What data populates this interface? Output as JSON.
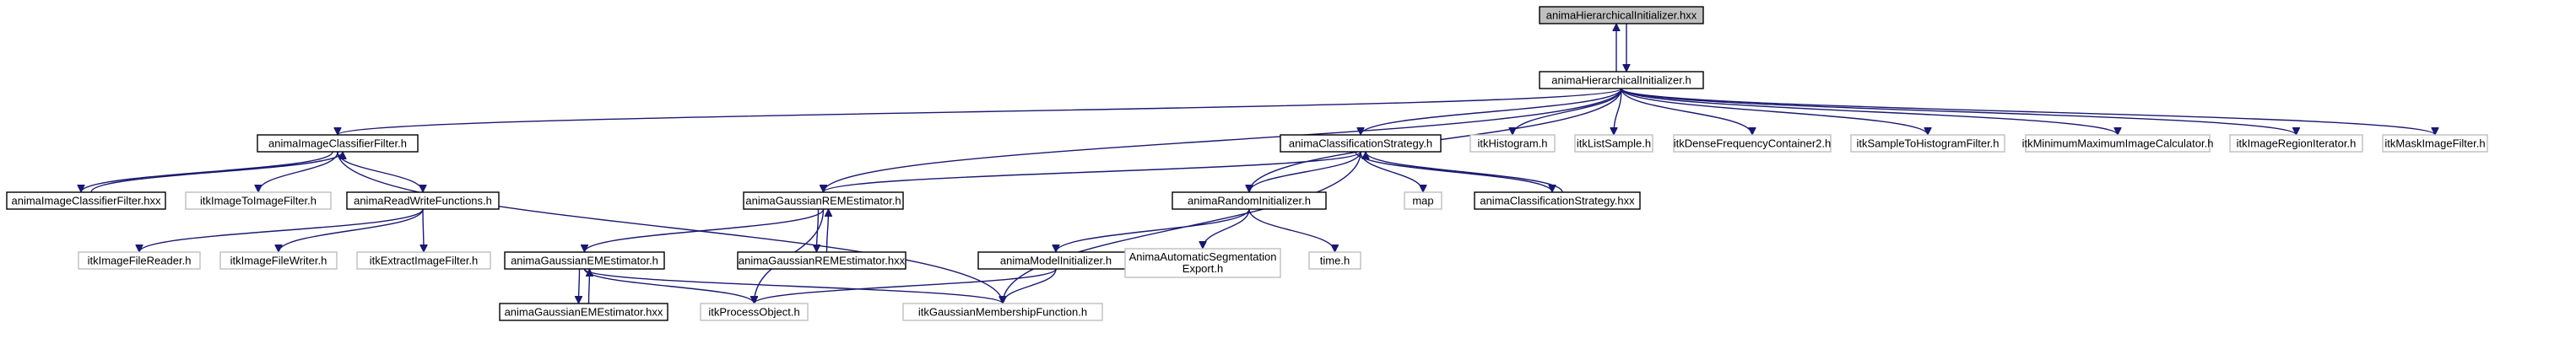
{
  "graph": {
    "edge_color": "#191970",
    "nodes": [
      {
        "id": "hxx",
        "label": "animaHierarchicalInitializer.hxx",
        "style": "current"
      },
      {
        "id": "hier_h",
        "label": "animaHierarchicalInitializer.h",
        "style": "dark"
      },
      {
        "id": "icf_h",
        "label": "animaImageClassifierFilter.h",
        "style": "dark"
      },
      {
        "id": "cs_h",
        "label": "animaClassificationStrategy.h",
        "style": "dark"
      },
      {
        "id": "itkHistogram",
        "label": "itkHistogram.h",
        "style": "light"
      },
      {
        "id": "itkListSample",
        "label": "itkListSample.h",
        "style": "light"
      },
      {
        "id": "itkDense",
        "label": "itkDenseFrequencyContainer2.h",
        "style": "light"
      },
      {
        "id": "itkSampleToHist",
        "label": "itkSampleToHistogramFilter.h",
        "style": "light"
      },
      {
        "id": "itkMinMax",
        "label": "itkMinimumMaximumImageCalculator.h",
        "style": "light"
      },
      {
        "id": "itkRegionIter",
        "label": "itkImageRegionIterator.h",
        "style": "light"
      },
      {
        "id": "itkMask",
        "label": "itkMaskImageFilter.h",
        "style": "light"
      },
      {
        "id": "icf_hxx",
        "label": "animaImageClassifierFilter.hxx",
        "style": "dark"
      },
      {
        "id": "itkImageToImage",
        "label": "itkImageToImageFilter.h",
        "style": "light"
      },
      {
        "id": "rw_h",
        "label": "animaReadWriteFunctions.h",
        "style": "dark"
      },
      {
        "id": "reme_h",
        "label": "animaGaussianREMEstimator.h",
        "style": "dark"
      },
      {
        "id": "map",
        "label": "map",
        "style": "light"
      },
      {
        "id": "cs_hxx",
        "label": "animaClassificationStrategy.hxx",
        "style": "dark"
      },
      {
        "id": "ri_h",
        "label": "animaRandomInitializer.h",
        "style": "dark"
      },
      {
        "id": "itkFileReader",
        "label": "itkImageFileReader.h",
        "style": "light"
      },
      {
        "id": "itkFileWriter",
        "label": "itkImageFileWriter.h",
        "style": "light"
      },
      {
        "id": "itkExtract",
        "label": "itkExtractImageFilter.h",
        "style": "light"
      },
      {
        "id": "eme_h",
        "label": "animaGaussianEMEstimator.h",
        "style": "dark"
      },
      {
        "id": "reme_hxx",
        "label": "animaGaussianREMEstimator.hxx",
        "style": "dark"
      },
      {
        "id": "mi_h",
        "label": "animaModelInitializer.h",
        "style": "dark"
      },
      {
        "id": "seg_export",
        "label": "AnimaAutomaticSegmentationExport.h",
        "style": "light"
      },
      {
        "id": "time",
        "label": "time.h",
        "style": "light"
      },
      {
        "id": "eme_hxx",
        "label": "animaGaussianEMEstimator.hxx",
        "style": "dark"
      },
      {
        "id": "itkProcess",
        "label": "itkProcessObject.h",
        "style": "light"
      },
      {
        "id": "itkGaussMem",
        "label": "itkGaussianMembershipFunction.h",
        "style": "light"
      }
    ],
    "edges": [
      {
        "from": "hxx",
        "to": "hier_h"
      },
      {
        "from": "hier_h",
        "to": "hxx"
      },
      {
        "from": "hier_h",
        "to": "icf_h"
      },
      {
        "from": "hier_h",
        "to": "cs_h"
      },
      {
        "from": "hier_h",
        "to": "itkHistogram"
      },
      {
        "from": "hier_h",
        "to": "itkListSample"
      },
      {
        "from": "hier_h",
        "to": "itkDense"
      },
      {
        "from": "hier_h",
        "to": "itkSampleToHist"
      },
      {
        "from": "hier_h",
        "to": "itkMinMax"
      },
      {
        "from": "hier_h",
        "to": "itkRegionIter"
      },
      {
        "from": "hier_h",
        "to": "itkMask"
      },
      {
        "from": "hier_h",
        "to": "ri_h"
      },
      {
        "from": "hier_h",
        "to": "reme_h"
      },
      {
        "from": "icf_h",
        "to": "icf_hxx"
      },
      {
        "from": "icf_hxx",
        "to": "icf_h"
      },
      {
        "from": "icf_h",
        "to": "itkImageToImage"
      },
      {
        "from": "icf_h",
        "to": "rw_h"
      },
      {
        "from": "icf_h",
        "to": "itkGaussMem"
      },
      {
        "from": "rw_h",
        "to": "itkFileReader"
      },
      {
        "from": "rw_h",
        "to": "itkFileWriter"
      },
      {
        "from": "rw_h",
        "to": "itkExtract"
      },
      {
        "from": "cs_h",
        "to": "reme_h"
      },
      {
        "from": "cs_h",
        "to": "map"
      },
      {
        "from": "cs_h",
        "to": "cs_hxx"
      },
      {
        "from": "cs_hxx",
        "to": "cs_h"
      },
      {
        "from": "cs_h",
        "to": "ri_h"
      },
      {
        "from": "cs_h",
        "to": "itkGaussMem"
      },
      {
        "from": "reme_h",
        "to": "eme_h"
      },
      {
        "from": "reme_h",
        "to": "reme_hxx"
      },
      {
        "from": "reme_hxx",
        "to": "reme_h"
      },
      {
        "from": "reme_h",
        "to": "itkProcess"
      },
      {
        "from": "ri_h",
        "to": "mi_h"
      },
      {
        "from": "ri_h",
        "to": "seg_export"
      },
      {
        "from": "ri_h",
        "to": "time"
      },
      {
        "from": "eme_h",
        "to": "eme_hxx"
      },
      {
        "from": "eme_hxx",
        "to": "eme_h"
      },
      {
        "from": "eme_h",
        "to": "itkProcess"
      },
      {
        "from": "eme_h",
        "to": "itkGaussMem"
      },
      {
        "from": "mi_h",
        "to": "itkProcess"
      },
      {
        "from": "mi_h",
        "to": "itkGaussMem"
      }
    ]
  }
}
